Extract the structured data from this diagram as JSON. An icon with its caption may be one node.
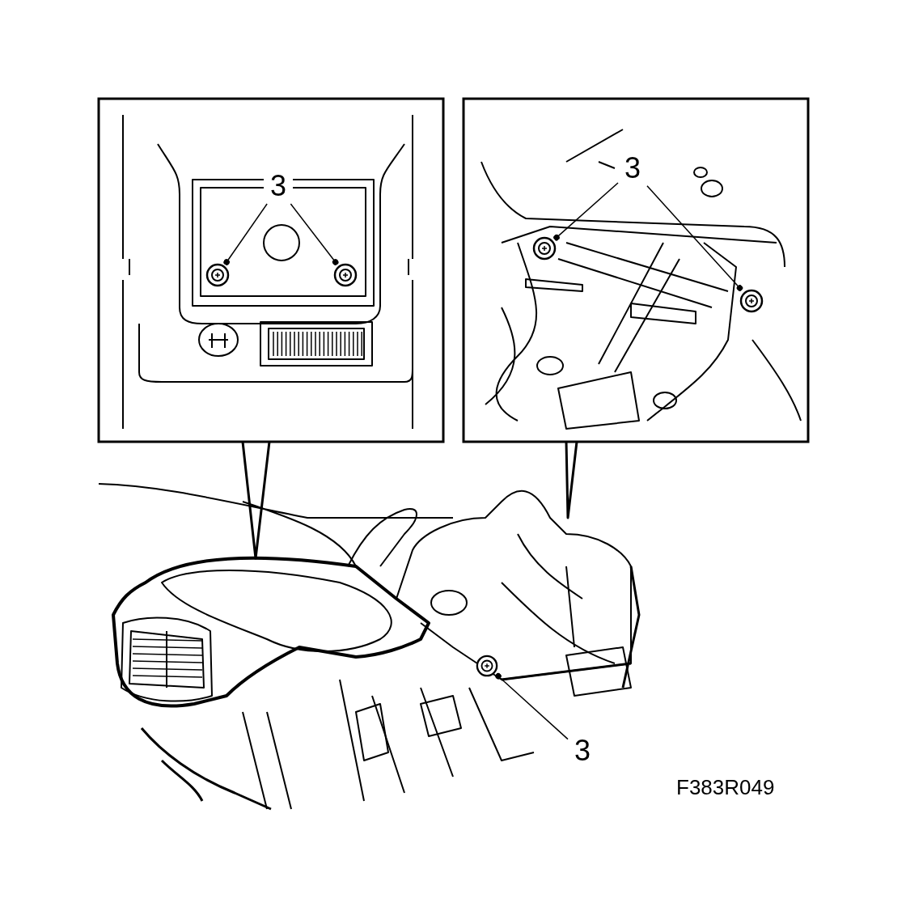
{
  "diagram": {
    "nodes": [
      {
        "text": [
          "3"
        ]
      },
      {
        "text": [],
        "shape": "picture"
      },
      {
        "text": [],
        "shape": "picture"
      },
      {
        "text": [
          "3"
        ]
      },
      {
        "text": [],
        "shape": "picture"
      },
      {
        "text": [],
        "shape": "picture"
      },
      {
        "text": [
          "3"
        ]
      },
      {
        "text": [],
        "shape": "picture"
      }
    ],
    "edges": [
      {
        "from": 0,
        "to": 1,
        "arrow": "other"
      },
      {
        "from": 0,
        "to": 2,
        "arrow": "other"
      },
      {
        "from": 3,
        "to": 4,
        "arrow": "other"
      },
      {
        "from": 3,
        "to": 5,
        "arrow": "other"
      },
      {
        "from": 6,
        "to": 7,
        "arrow": "other"
      }
    ],
    "labels": [
      "F383R049"
    ]
  }
}
